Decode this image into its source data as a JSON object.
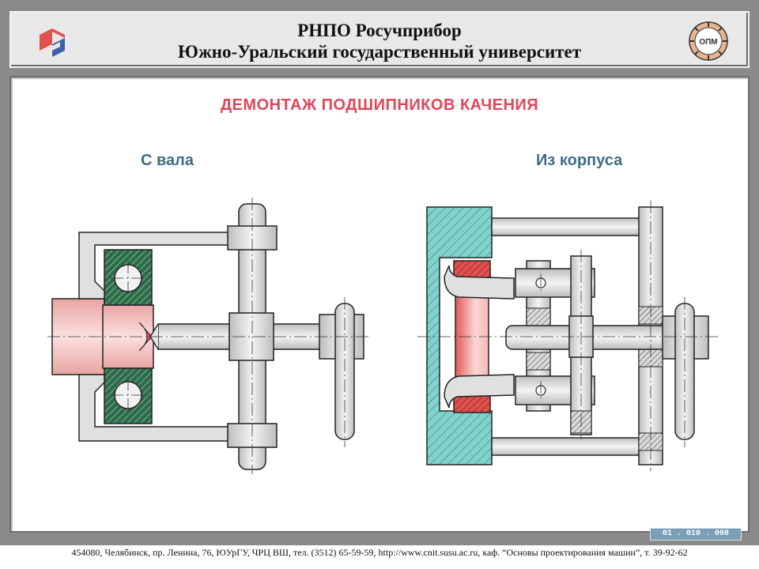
{
  "header": {
    "line1": "РНПО Росучприбор",
    "line2": "Южно-Уральский государственный университет",
    "right_logo_text": "ОПМ"
  },
  "diagram": {
    "title": "ДЕМОНТАЖ ПОДШИПНИКОВ КАЧЕНИЯ",
    "left_label": "С вала",
    "right_label": "Из корпуса"
  },
  "badge": "01 . 010 . 008",
  "footer": "454080, Челябинск, пр. Ленина, 76, ЮУрГУ, ЧРЦ ВШ, тел. (3512) 65-59-59, http://www.cnit.susu.ac.ru, каф. “Основы проектирования машин”, т. 39-92-62",
  "colors": {
    "title": "#e2455a",
    "subtitle": "#3e6c86",
    "metal": "#d9d9d9",
    "shaft": "#f2b9b8",
    "bearing_green": "#2e6b4a",
    "housing": "#7fd3cc",
    "bearing_red": "#e0504e"
  }
}
